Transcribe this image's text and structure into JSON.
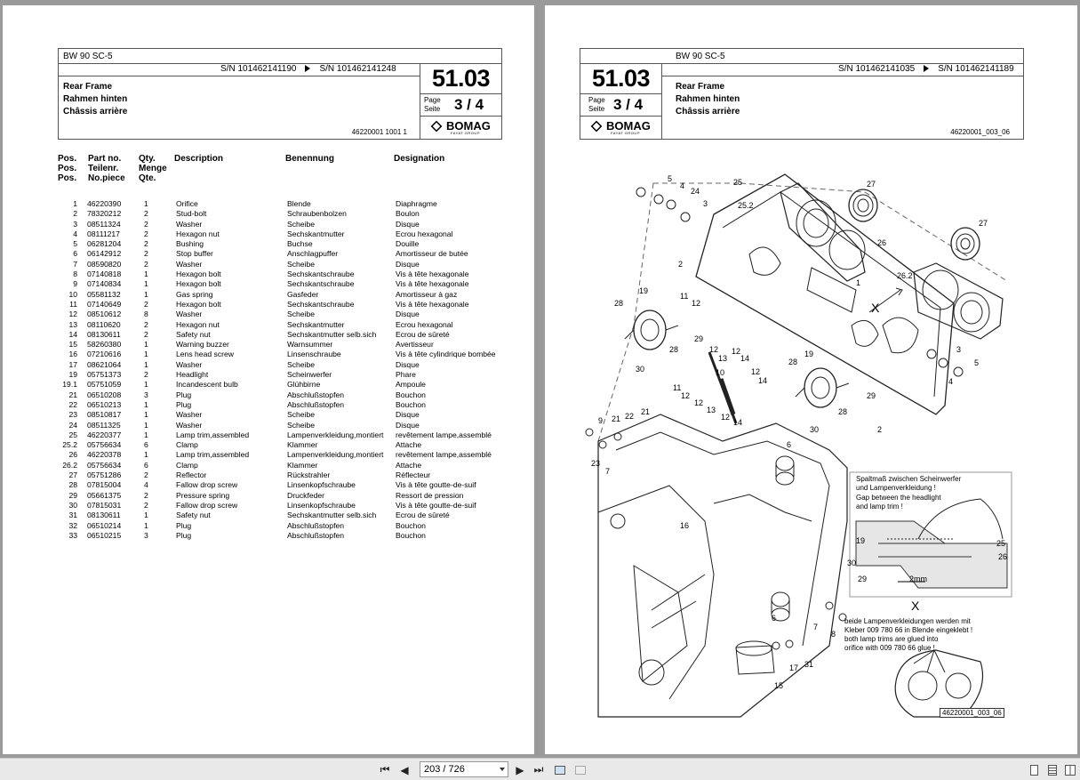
{
  "left_page": {
    "model": "BW 90 SC-5",
    "sn_from": "S/N 101462141190",
    "sn_to": "S/N 101462141248",
    "title_en": "Rear Frame",
    "title_de": "Rahmen hinten",
    "title_fr": "Châssis arrière",
    "section": "51.03",
    "page_label_en": "Page",
    "page_label_de": "Seite",
    "page_value": "3  /  4",
    "logo": "BOMAG",
    "logo_sub": "FAYAT GROUP",
    "doc_no": "46220001 1001 1",
    "headers": {
      "pos": [
        "Pos.",
        "Pos.",
        "Pos."
      ],
      "part": [
        "Part no.",
        "Teilenr.",
        "No.piece"
      ],
      "qty": [
        "Qty.",
        "Menge",
        "Qte."
      ],
      "desc": "Description",
      "ben": "Benennung",
      "des": "Designation"
    },
    "parts": [
      [
        "1",
        "46220390",
        "1",
        "Orifice",
        "Blende",
        "Diaphragme"
      ],
      [
        "2",
        "78320212",
        "2",
        "Stud-bolt",
        "Schraubenbolzen",
        "Boulon"
      ],
      [
        "3",
        "08511324",
        "2",
        "Washer",
        "Scheibe",
        "Disque"
      ],
      [
        "4",
        "08111217",
        "2",
        "Hexagon nut",
        "Sechskantmutter",
        "Ecrou hexagonal"
      ],
      [
        "5",
        "06281204",
        "2",
        "Bushing",
        "Buchse",
        "Douille"
      ],
      [
        "6",
        "06142912",
        "2",
        "Stop buffer",
        "Anschlagpuffer",
        "Amortisseur de butée"
      ],
      [
        "7",
        "08590820",
        "2",
        "Washer",
        "Scheibe",
        "Disque"
      ],
      [
        "8",
        "07140818",
        "1",
        "Hexagon bolt",
        "Sechskantschraube",
        "Vis à tête hexagonale"
      ],
      [
        "9",
        "07140834",
        "1",
        "Hexagon bolt",
        "Sechskantschraube",
        "Vis à tête hexagonale"
      ],
      [
        "10",
        "05581132",
        "1",
        "Gas spring",
        "Gasfeder",
        "Amortisseur à gaz"
      ],
      [
        "11",
        "07140649",
        "2",
        "Hexagon bolt",
        "Sechskantschraube",
        "Vis à tête hexagonale"
      ],
      [
        "12",
        "08510612",
        "8",
        "Washer",
        "Scheibe",
        "Disque"
      ],
      [
        "13",
        "08110620",
        "2",
        "Hexagon nut",
        "Sechskantmutter",
        "Ecrou hexagonal"
      ],
      [
        "14",
        "08130611",
        "2",
        "Safety nut",
        "Sechskantmutter selb.sich",
        "Ecrou de sûreté"
      ],
      [
        "15",
        "58260380",
        "1",
        "Warning buzzer",
        "Warnsummer",
        "Avertisseur"
      ],
      [
        "16",
        "07210616",
        "1",
        "Lens head screw",
        "Linsenschraube",
        "Vis à tête cylindrique bombée"
      ],
      [
        "17",
        "08621064",
        "1",
        "Washer",
        "Scheibe",
        "Disque"
      ],
      [
        "19",
        "05751373",
        "2",
        "Headlight",
        "Scheinwerfer",
        "Phare"
      ],
      [
        "19.1",
        "05751059",
        "1",
        "Incandescent bulb",
        "Glühbirne",
        "Ampoule"
      ],
      [
        "21",
        "06510208",
        "3",
        "Plug",
        "Abschlußstopfen",
        "Bouchon"
      ],
      [
        "22",
        "06510213",
        "1",
        "Plug",
        "Abschlußstopfen",
        "Bouchon"
      ],
      [
        "23",
        "08510817",
        "1",
        "Washer",
        "Scheibe",
        "Disque"
      ],
      [
        "24",
        "08511325",
        "1",
        "Washer",
        "Scheibe",
        "Disque"
      ],
      [
        "25",
        "46220377",
        "1",
        "Lamp trim,assembled",
        "Lampenverkleidung,montiert",
        "revêtement lampe,assemblé"
      ],
      [
        "25.2",
        "05756634",
        "6",
        "Clamp",
        "Klammer",
        "Attache"
      ],
      [
        "26",
        "46220378",
        "1",
        "Lamp trim,assembled",
        "Lampenverkleidung,montiert",
        "revêtement lampe,assemblé"
      ],
      [
        "26.2",
        "05756634",
        "6",
        "Clamp",
        "Klammer",
        "Attache"
      ],
      [
        "27",
        "05751286",
        "2",
        "Reflector",
        "Rückstrahler",
        "Réflecteur"
      ],
      [
        "28",
        "07815004",
        "4",
        "Fallow drop screw",
        "Linsenkopfschraube",
        "Vis à tête goutte-de-suif"
      ],
      [
        "29",
        "05661375",
        "2",
        "Pressure spring",
        "Druckfeder",
        "Ressort de pression"
      ],
      [
        "30",
        "07815031",
        "2",
        "Fallow drop screw",
        "Linsenkopfschraube",
        "Vis à tête goutte-de-suif"
      ],
      [
        "31",
        "08130611",
        "1",
        "Safety nut",
        "Sechskantmutter selb.sich",
        "Ecrou de sûreté"
      ],
      [
        "32",
        "06510214",
        "1",
        "Plug",
        "Abschlußstopfen",
        "Bouchon"
      ],
      [
        "33",
        "06510215",
        "3",
        "Plug",
        "Abschlußstopfen",
        "Bouchon"
      ]
    ]
  },
  "right_page": {
    "model": "BW 90 SC-5",
    "sn_from": "S/N 101462141035",
    "sn_to": "S/N 101462141189",
    "title_en": "Rear Frame",
    "title_de": "Rahmen hinten",
    "title_fr": "Châssis arrière",
    "section": "51.03",
    "page_label_en": "Page",
    "page_label_de": "Seite",
    "page_value": "3  /  4",
    "logo": "BOMAG",
    "logo_sub": "FAYAT GROUP",
    "doc_no": "46220001_003_06",
    "figure_no": "46220001_003_06",
    "note_gap": [
      "Spaltmaß zwischen Scheinwerfer",
      "und Lampenverkleidung !",
      "Gap between the headlight",
      "and lamp trim !"
    ],
    "note_glue": [
      "beide Lampenverkleidungen werden mit",
      "Kleber 009 780 66 in Blende eingeklebt !",
      "both lamp trims are glued into",
      "orifice with 009 780 66 glue !"
    ],
    "detail_marker": "X",
    "gap_dim": "2mm",
    "callouts": [
      "1",
      "2",
      "3",
      "4",
      "5",
      "6",
      "7",
      "8",
      "9",
      "10",
      "11",
      "12",
      "13",
      "14",
      "15",
      "16",
      "17",
      "19",
      "21",
      "22",
      "23",
      "24",
      "25",
      "25.2",
      "26",
      "26.2",
      "27",
      "28",
      "29",
      "30",
      "31"
    ]
  },
  "toolbar": {
    "page_indicator": "203 / 726"
  }
}
